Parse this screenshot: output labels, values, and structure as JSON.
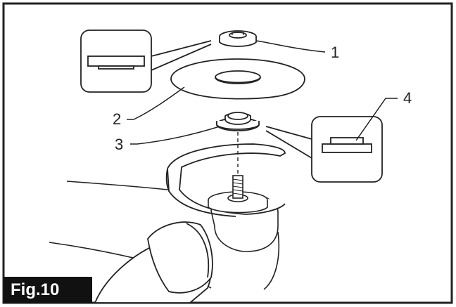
{
  "figure": {
    "label": "Fig.10"
  },
  "callouts": {
    "part1": "1",
    "part2": "2",
    "part3": "3",
    "part4": "4"
  },
  "colors": {
    "line": "#222222",
    "label_bg": "#111111",
    "label_text": "#ffffff"
  }
}
